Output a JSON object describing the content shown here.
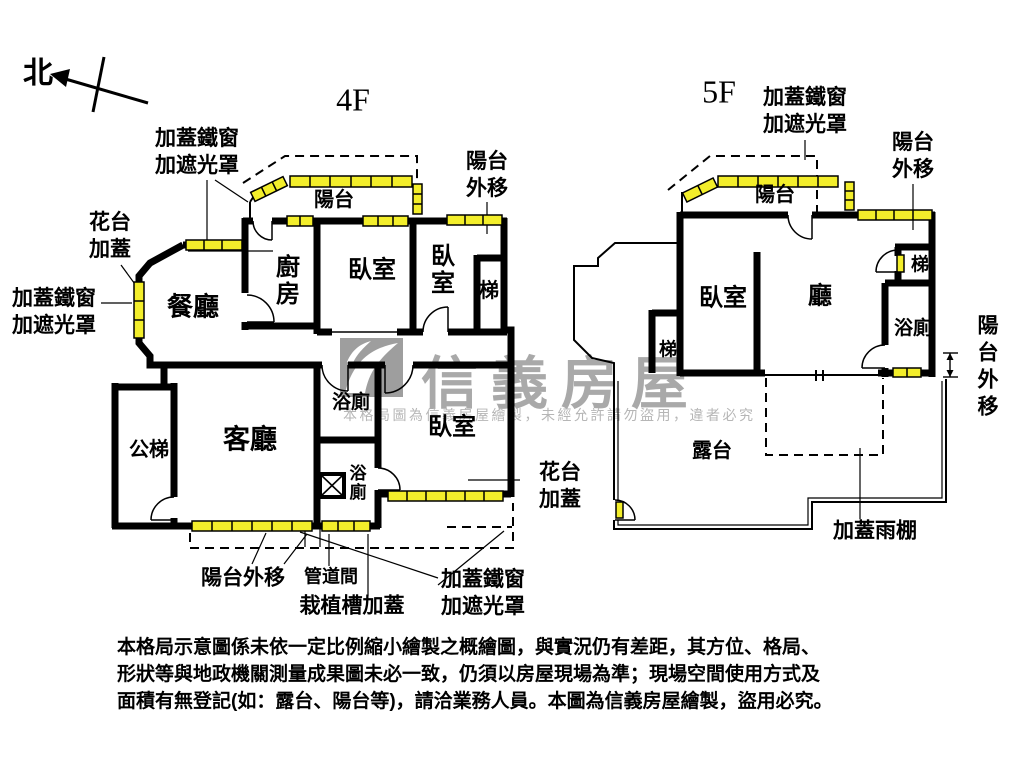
{
  "compass": {
    "north_label": "北"
  },
  "colors": {
    "wall": "#000000",
    "window": "#f3ee2b",
    "watermark_gray": "#a9a9a9"
  },
  "watermark": {
    "brand": "信義房屋",
    "notice": "本格局圖為信義房屋繪製，未經允許請勿盜用，違者必究"
  },
  "disclaimer": "本格局示意圖係未依一定比例縮小繪製之概繪圖，與實況仍有差距，其方位、格局、\n形狀等與地政機關測量成果圖未必一致，仍須以房屋現場為準；現場空間使用方式及\n面積有無登記(如：露台、陽台等)，請洽業務人員。本圖為信義房屋繪製，盜用必究。",
  "f4": {
    "title": "4F",
    "rooms": {
      "balcony": "陽台",
      "dining": "餐廳",
      "kitchen": "廚房",
      "bedroom_top": "臥室",
      "bedroom_right": "臥室",
      "bedroom_bottom": "臥室",
      "stairs": "梯",
      "public_stairs": "公梯",
      "living": "客廳",
      "bath": "浴廁",
      "bath_small": "浴廁",
      "pipe_duct": "管道間"
    },
    "annotations": {
      "covered_iron_window_top": "加蓋鐵窗\n加遮光罩",
      "covered_iron_window_left": "加蓋鐵窗\n加遮光罩",
      "covered_iron_window_bottom": "加蓋鐵窗\n加遮光罩",
      "flower_stand_left": "花台\n加蓋",
      "flower_stand_right": "花台\n加蓋",
      "balcony_out_top": "陽台\n外移",
      "balcony_out_bottom": "陽台外移",
      "planter_cover": "栽植槽加蓋"
    }
  },
  "f5": {
    "title": "5F",
    "rooms": {
      "balcony": "陽台",
      "bedroom": "臥室",
      "hall": "廳",
      "stairs_right": "梯",
      "stairs_left": "梯",
      "bath": "浴廁",
      "terrace": "露台"
    },
    "annotations": {
      "covered_iron_window_top": "加蓋鐵窗\n加遮光罩",
      "balcony_out_top": "陽台\n外移",
      "balcony_out_right": "陽台\n外移",
      "rain_canopy": "加蓋雨棚"
    }
  }
}
